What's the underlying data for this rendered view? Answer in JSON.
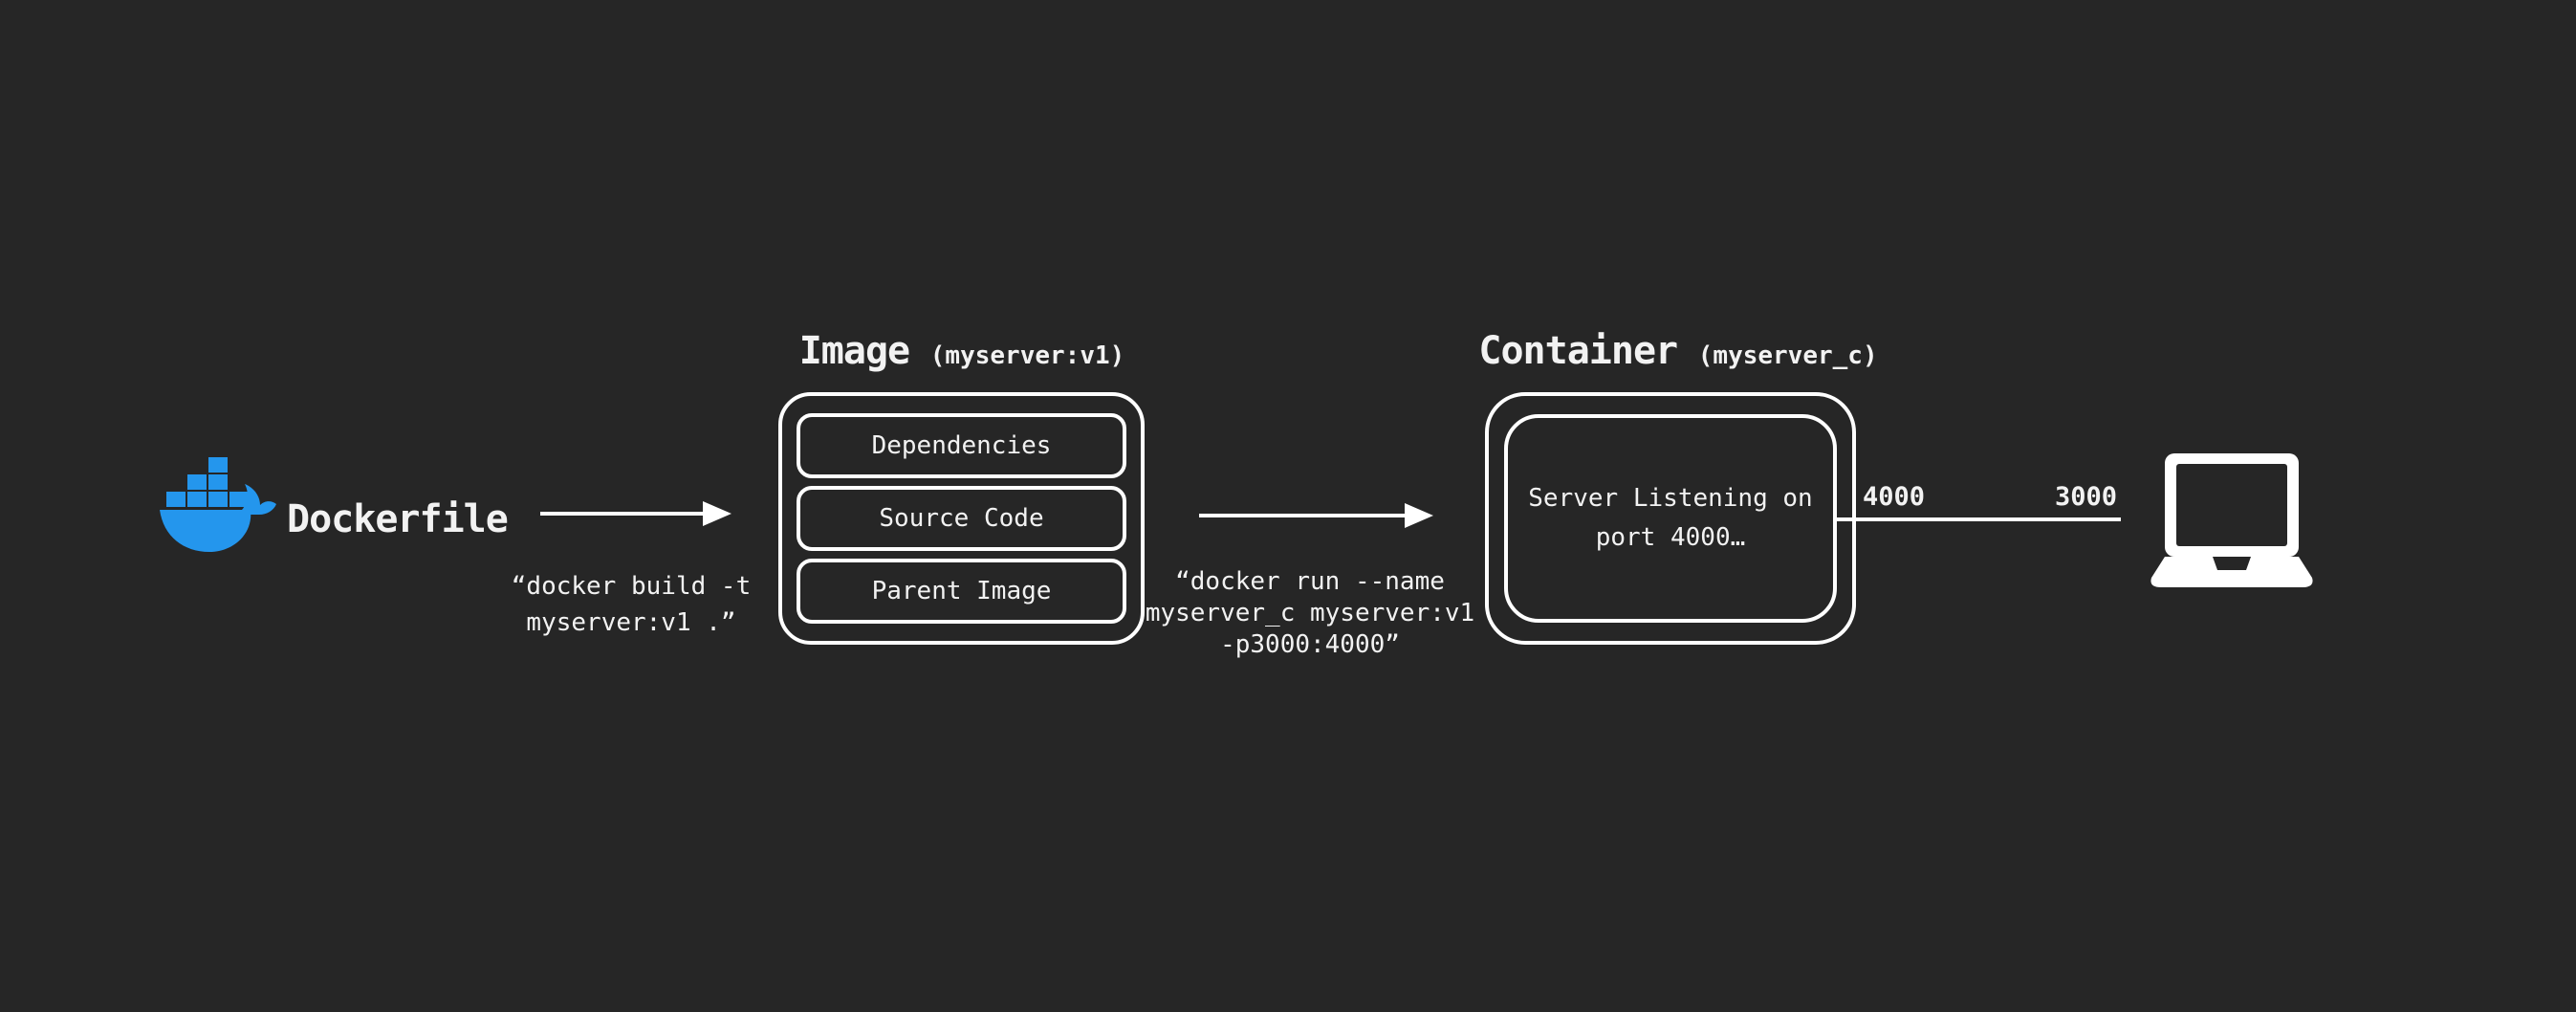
{
  "colors": {
    "background": "#262626",
    "foreground": "#f2f2f2",
    "docker_blue": "#2496ED",
    "line": "#ffffff"
  },
  "dockerfile": {
    "label": "Dockerfile"
  },
  "build_command": {
    "line1": "“docker build -t",
    "line2": "myserver:v1 .”"
  },
  "image": {
    "title": "Image",
    "name": "(myserver:v1)",
    "layers": [
      "Dependencies",
      "Source Code",
      "Parent Image"
    ]
  },
  "run_command": {
    "line1": "“docker run --name",
    "line2": "myserver_c myserver:v1",
    "line3": "-p3000:4000”"
  },
  "container": {
    "title": "Container",
    "name": "(myserver_c)",
    "status_line1": "Server Listening on",
    "status_line2": "port 4000…"
  },
  "ports": {
    "container_port": "4000",
    "host_port": "3000"
  }
}
